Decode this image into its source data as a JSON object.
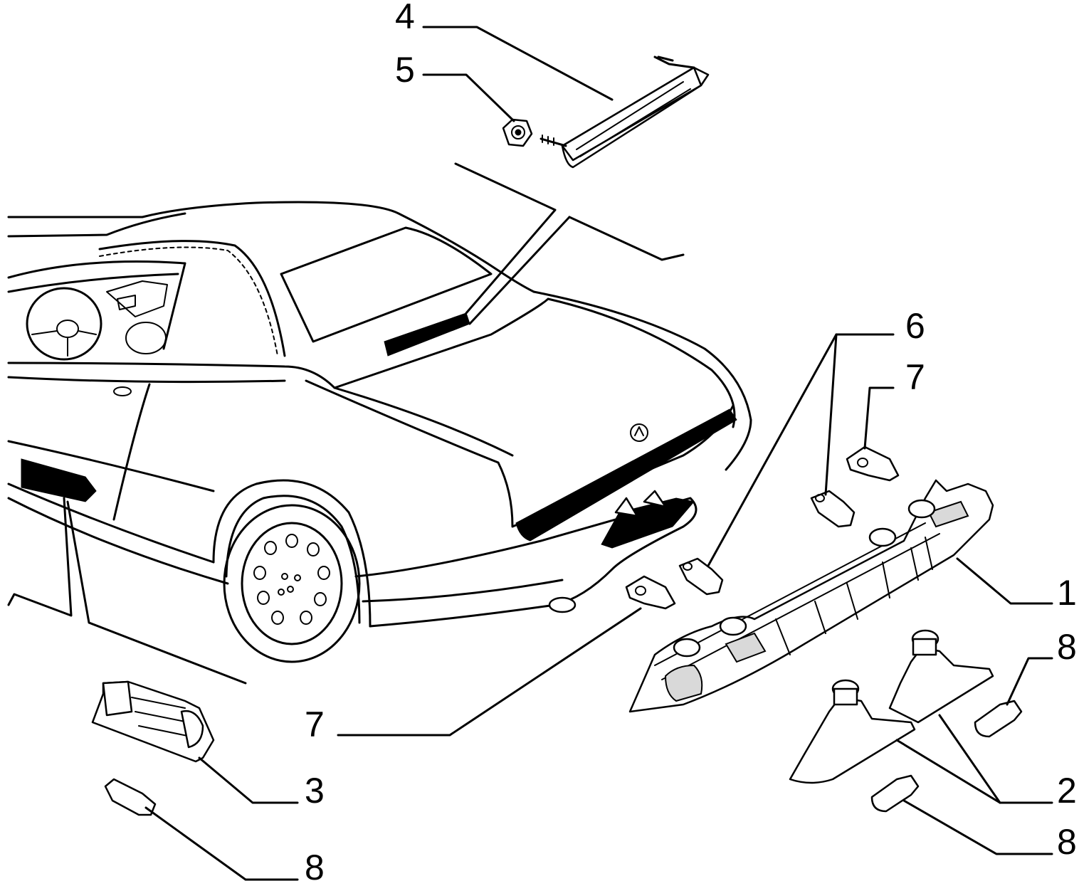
{
  "callouts": [
    {
      "id": "4",
      "label": "4"
    },
    {
      "id": "5",
      "label": "5"
    },
    {
      "id": "6",
      "label": "6"
    },
    {
      "id": "7a",
      "label": "7"
    },
    {
      "id": "1",
      "label": "1"
    },
    {
      "id": "8a",
      "label": "8"
    },
    {
      "id": "7b",
      "label": "7"
    },
    {
      "id": "3",
      "label": "3"
    },
    {
      "id": "2",
      "label": "2"
    },
    {
      "id": "8b",
      "label": "8"
    },
    {
      "id": "8c",
      "label": "8"
    }
  ]
}
